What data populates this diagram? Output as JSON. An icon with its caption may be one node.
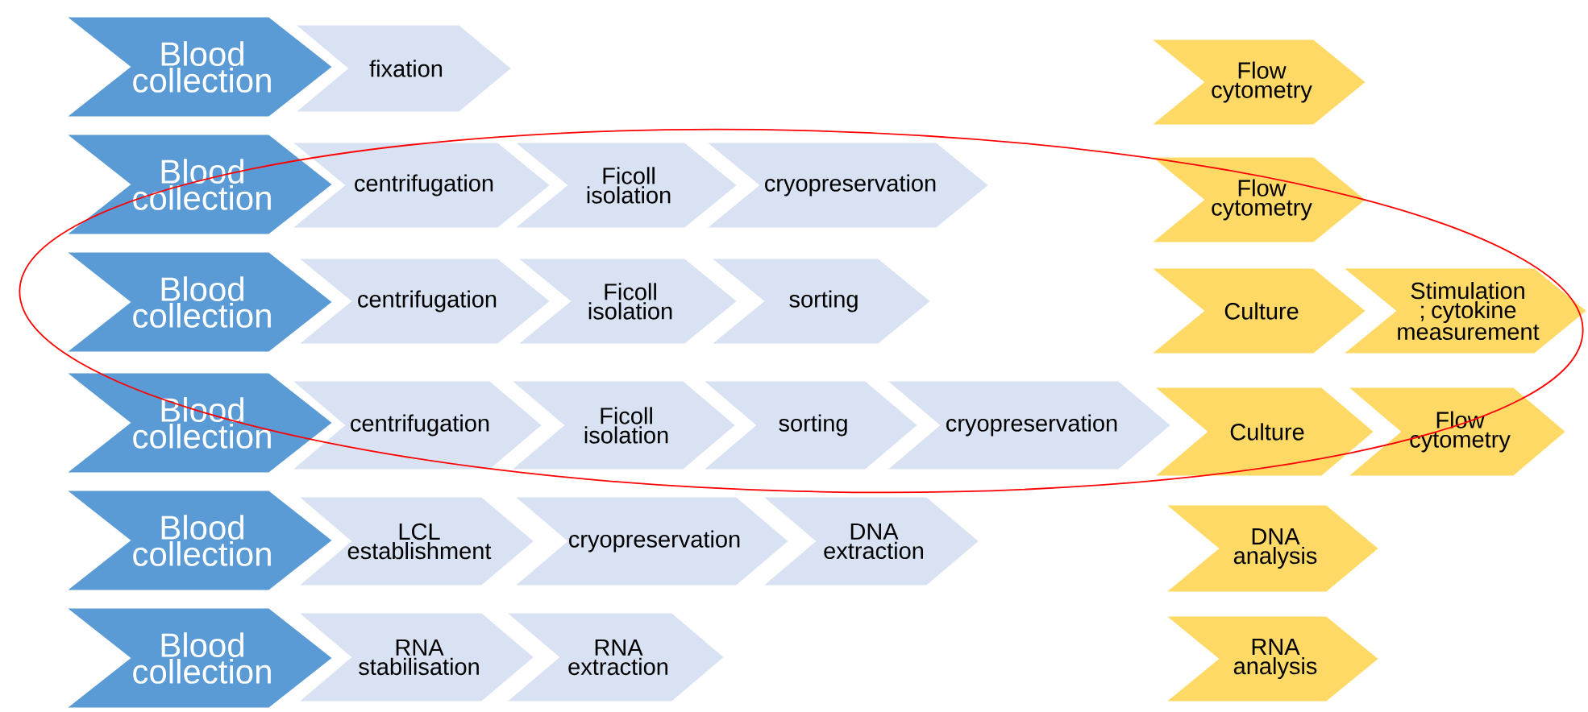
{
  "diagram": {
    "nodes": [
      {
        "text": [
          "Blood collection"
        ]
      },
      {
        "text": [
          "fixation"
        ]
      },
      {
        "text": [
          "Flow cytometry"
        ]
      },
      {
        "text": [
          "Blood collection"
        ]
      },
      {
        "text": [
          "centrifugation"
        ]
      },
      {
        "text": [
          "Ficoll isolation"
        ]
      },
      {
        "text": [
          "cryopreservation"
        ]
      },
      {
        "text": [
          "Flow cytometry"
        ]
      },
      {
        "text": [
          "Blood collection"
        ]
      },
      {
        "text": [
          "centrifugation"
        ]
      },
      {
        "text": [
          "Ficoll isolation"
        ]
      },
      {
        "text": [
          "sorting"
        ]
      },
      {
        "text": [
          "Culture"
        ]
      },
      {
        "text": [
          "Stimulation ; cytokine measurement"
        ]
      },
      {
        "text": [
          "Blood collection"
        ]
      },
      {
        "text": [
          "centrifugation"
        ]
      },
      {
        "text": [
          "Ficoll isolation"
        ]
      },
      {
        "text": [
          "sorting"
        ]
      },
      {
        "text": [
          "cryopreservation"
        ]
      },
      {
        "text": [
          "Culture"
        ]
      },
      {
        "text": [
          "Flow cytometry"
        ]
      },
      {
        "text": [
          "Blood collection"
        ]
      },
      {
        "text": [
          "LCL establishment"
        ]
      },
      {
        "text": [
          "cryopreservation"
        ]
      },
      {
        "text": [
          "DNA extraction"
        ]
      },
      {
        "text": [
          "DNA analysis"
        ]
      },
      {
        "text": [
          "Blood collection"
        ]
      },
      {
        "text": [
          "RNA stabilisation"
        ]
      },
      {
        "text": [
          "RNA extraction"
        ]
      },
      {
        "text": [
          "RNA analysis"
        ]
      }
    ]
  }
}
